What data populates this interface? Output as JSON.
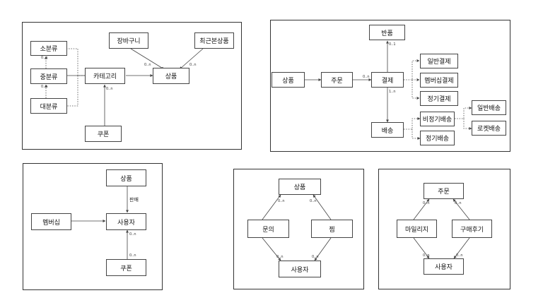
{
  "panel1": {
    "nodes": {
      "small": "소분류",
      "mid": "중분류",
      "large": "대분류",
      "category": "카테고리",
      "product": "상품",
      "cart": "장바구니",
      "recent": "최근본상품",
      "coupon": "쿠폰"
    },
    "labels": [
      "0..n",
      "0..n",
      "0..n",
      "0..n",
      "0..n"
    ]
  },
  "panel2": {
    "nodes": {
      "product": "상품",
      "order": "주문",
      "payment": "결제",
      "refund": "반품",
      "delivery": "배송",
      "general_pay": "일반결제",
      "member_pay": "멤버십결제",
      "regular_pay": "정기결제",
      "irregular_delivery": "비정기배송",
      "regular_delivery": "정기배송",
      "general_delivery": "일반배송",
      "rocket_delivery": "로켓배송"
    },
    "labels": [
      "0..1",
      "0..n",
      "1..n"
    ]
  },
  "panel3": {
    "nodes": {
      "product": "상품",
      "membership": "멤버십",
      "user": "사용자",
      "coupon": "쿠폰"
    },
    "labels": [
      "판매",
      "0..n",
      "0..n"
    ]
  },
  "panel4": {
    "nodes": {
      "product": "상품",
      "inquiry": "문의",
      "wish": "찜",
      "user": "사용자"
    },
    "labels": [
      "0..n",
      "0..n",
      "0..n",
      "0..n"
    ]
  },
  "panel5": {
    "nodes": {
      "order": "주문",
      "mileage": "마일리지",
      "review": "구매후기",
      "user": "사용자"
    },
    "labels": [
      "0..n",
      "0..n",
      "0..n",
      "0..n"
    ]
  }
}
